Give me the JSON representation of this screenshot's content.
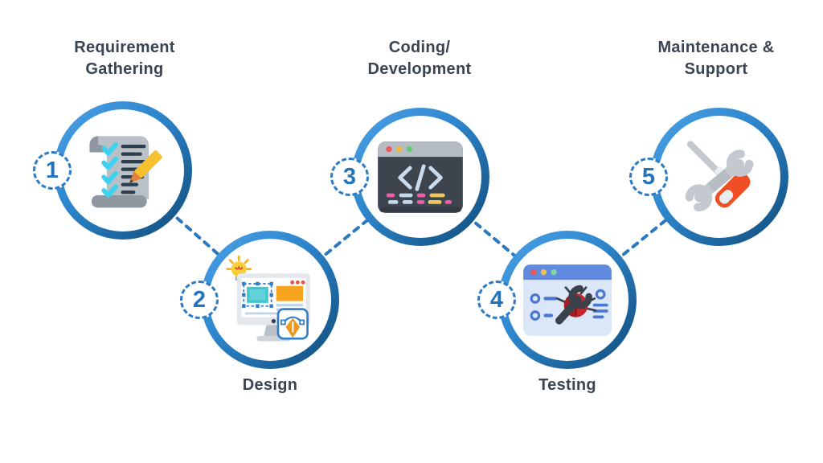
{
  "diagram": {
    "type": "process-infographic",
    "colors": {
      "background": "#ffffff",
      "ring_gradient_start": "#4da3e8",
      "ring_gradient_end": "#0f4a77",
      "connector": "#2a78c0",
      "badge_border": "#2e7cc4",
      "badge_number": "#2573bb",
      "label_text": "#3a4554"
    },
    "steps": [
      {
        "number": "1",
        "label": "Requirement Gathering",
        "label_lines": [
          "Requirement",
          "Gathering"
        ],
        "icon": "requirement-scroll-icon"
      },
      {
        "number": "2",
        "label": "Design",
        "label_lines": [
          "Design"
        ],
        "icon": "design-monitor-icon"
      },
      {
        "number": "3",
        "label": "Coding/Development",
        "label_lines": [
          "Coding/",
          "Development"
        ],
        "icon": "code-window-icon"
      },
      {
        "number": "4",
        "label": "Testing",
        "label_lines": [
          "Testing"
        ],
        "icon": "bug-testing-icon"
      },
      {
        "number": "5",
        "label": "Maintenance & Support",
        "label_lines": [
          "Maintenance &",
          "Support"
        ],
        "icon": "wrench-screwdriver-icon"
      }
    ]
  }
}
